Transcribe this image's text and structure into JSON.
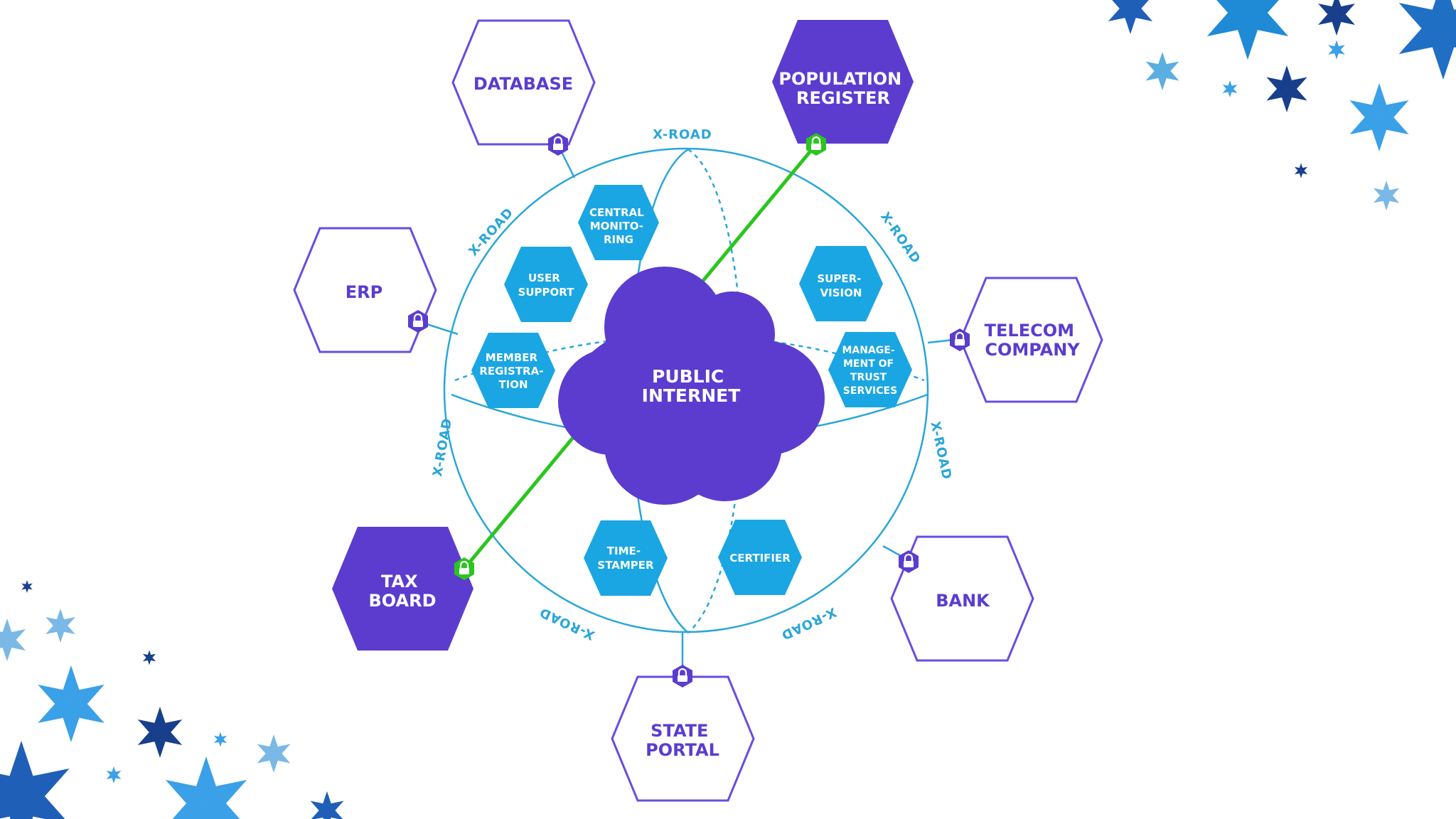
{
  "colors": {
    "purple": "#5b3ccf",
    "cyan": "#1aa6e2",
    "green": "#2bc51f",
    "outline": "#6a4ce0",
    "road": "#2aa6d8"
  },
  "cloud": {
    "lines": [
      "PUBLIC",
      "INTERNET"
    ]
  },
  "members": [
    {
      "id": "database",
      "lines": [
        "DATABASE"
      ],
      "filled": false
    },
    {
      "id": "population-register",
      "lines": [
        "POPULATION",
        "REGISTER"
      ],
      "filled": true
    },
    {
      "id": "erp",
      "lines": [
        "ERP"
      ],
      "filled": false
    },
    {
      "id": "telecom-company",
      "lines": [
        "TELECOM",
        "COMPANY"
      ],
      "filled": false
    },
    {
      "id": "tax-board",
      "lines": [
        "TAX",
        "BOARD"
      ],
      "filled": true
    },
    {
      "id": "bank",
      "lines": [
        "BANK"
      ],
      "filled": false
    },
    {
      "id": "state-portal",
      "lines": [
        "STATE",
        "PORTAL"
      ],
      "filled": false
    }
  ],
  "services": [
    {
      "id": "central-monitoring",
      "lines": [
        "CENTRAL",
        "MONITO-",
        "RING"
      ]
    },
    {
      "id": "user-support",
      "lines": [
        "USER",
        "SUPPORT"
      ]
    },
    {
      "id": "member-registration",
      "lines": [
        "MEMBER",
        "REGISTRA-",
        "TION"
      ]
    },
    {
      "id": "supervision",
      "lines": [
        "SUPER-",
        "VISION"
      ]
    },
    {
      "id": "management-trust-services",
      "lines": [
        "MANAGE-",
        "MENT OF",
        "TRUST",
        "SERVICES"
      ]
    },
    {
      "id": "time-stamper",
      "lines": [
        "TIME-",
        "STAMPER"
      ]
    },
    {
      "id": "certifier",
      "lines": [
        "CERTIFIER"
      ]
    }
  ],
  "road_label": "X-ROAD"
}
